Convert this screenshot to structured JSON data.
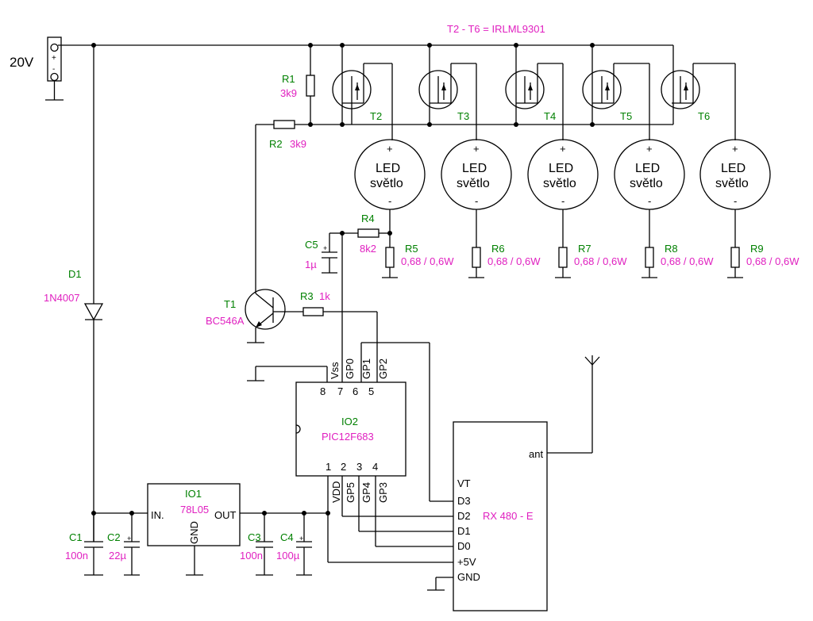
{
  "supply": {
    "voltage": "20V",
    "plus": "+",
    "minus": "-"
  },
  "note": "T2 - T6 = IRLML9301",
  "transistors": [
    {
      "name": "T2"
    },
    {
      "name": "T3"
    },
    {
      "name": "T4"
    },
    {
      "name": "T5"
    },
    {
      "name": "T6"
    }
  ],
  "leds": [
    {
      "line1": "LED",
      "line2": "světlo",
      "plus": "+",
      "minus": "-"
    },
    {
      "line1": "LED",
      "line2": "světlo",
      "plus": "+",
      "minus": "-"
    },
    {
      "line1": "LED",
      "line2": "světlo",
      "plus": "+",
      "minus": "-"
    },
    {
      "line1": "LED",
      "line2": "světlo",
      "plus": "+",
      "minus": "-"
    },
    {
      "line1": "LED",
      "line2": "světlo",
      "plus": "+",
      "minus": "-"
    }
  ],
  "sense_resistors": [
    {
      "name": "R5",
      "value": "0,68 / 0,6W"
    },
    {
      "name": "R6",
      "value": "0,68 / 0,6W"
    },
    {
      "name": "R7",
      "value": "0,68 / 0,6W"
    },
    {
      "name": "R8",
      "value": "0,68 / 0,6W"
    },
    {
      "name": "R9",
      "value": "0,68 / 0,6W"
    }
  ],
  "r1": {
    "name": "R1",
    "value": "3k9"
  },
  "r2": {
    "name": "R2",
    "value": "3k9"
  },
  "r3": {
    "name": "R3",
    "value": "1k"
  },
  "r4": {
    "name": "R4",
    "value": "8k2"
  },
  "c5": {
    "name": "C5",
    "value": "1µ"
  },
  "t1": {
    "name": "T1",
    "value": "BC546A"
  },
  "d1": {
    "name": "D1",
    "value": "1N4007"
  },
  "io1": {
    "name": "IO1",
    "part": "78L05",
    "in": "IN.",
    "out": "OUT",
    "gnd": "GND"
  },
  "io2": {
    "name": "IO2",
    "part": "PIC12F683",
    "top_pins": [
      "8",
      "7",
      "6",
      "5"
    ],
    "top_labels": [
      "Vss",
      "GP0",
      "GP1",
      "GP2"
    ],
    "bottom_pins": [
      "1",
      "2",
      "3",
      "4"
    ],
    "bottom_labels": [
      "VDD",
      "GP5",
      "GP4",
      "GP3"
    ]
  },
  "capacitors": [
    {
      "name": "C1",
      "value": "100n"
    },
    {
      "name": "C2",
      "value": "22µ"
    },
    {
      "name": "C3",
      "value": "100n"
    },
    {
      "name": "C4",
      "value": "100µ"
    }
  ],
  "rx": {
    "name": "RX 480 - E",
    "ant": "ant",
    "pins": [
      "VT",
      "D3",
      "D2",
      "D1",
      "D0",
      "+5V",
      "GND"
    ]
  },
  "colors": {
    "name_green": "#008000",
    "value_magenta": "#e020c0",
    "wire": "#000000"
  }
}
